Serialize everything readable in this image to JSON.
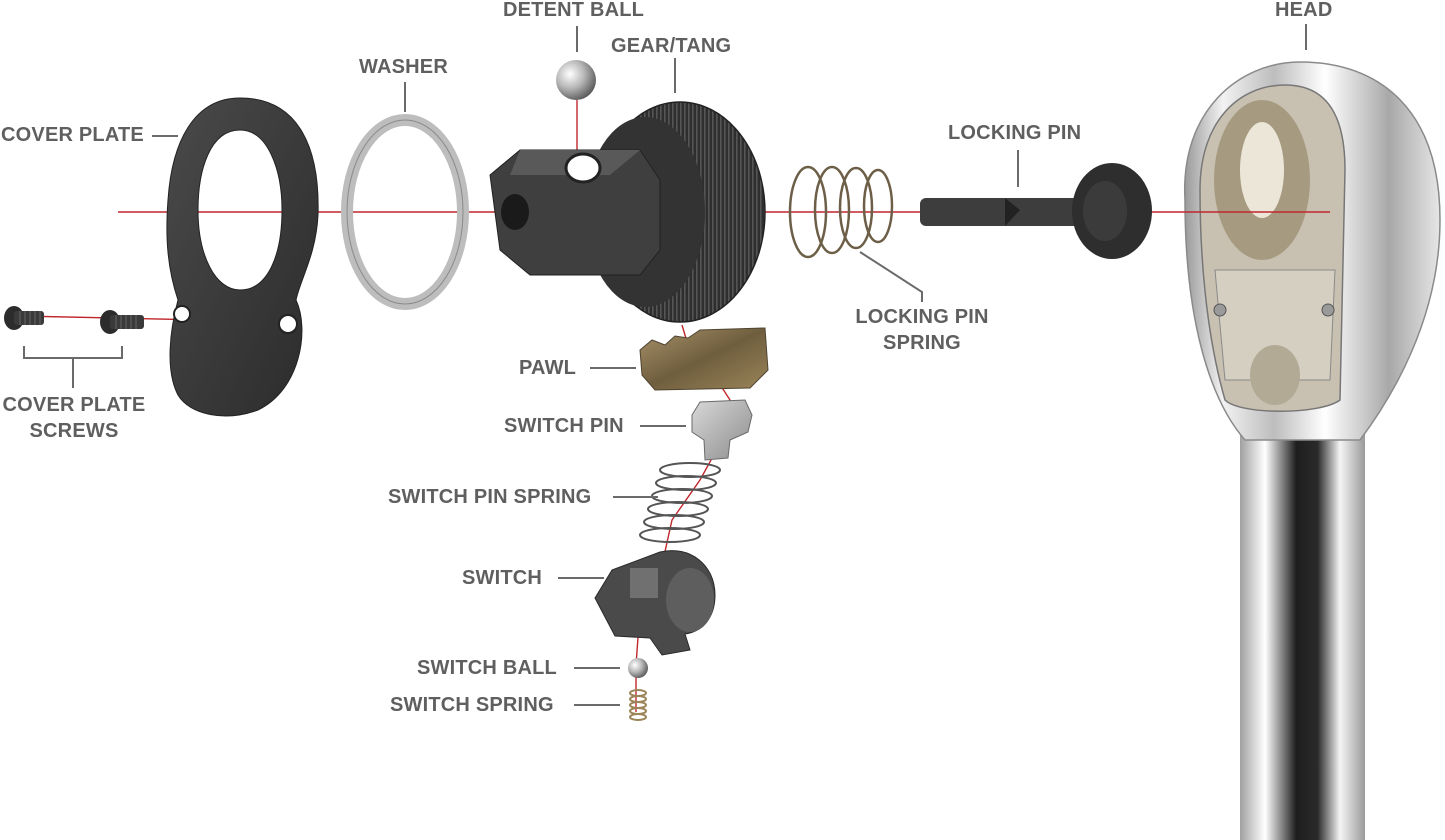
{
  "diagram": {
    "labels": {
      "detent_ball": "DETENT BALL",
      "gear_tang": "GEAR/TANG",
      "washer": "WASHER",
      "cover_plate": "COVER PLATE",
      "head": "HEAD",
      "locking_pin": "LOCKING PIN",
      "locking_pin_spring_line1": "LOCKING PIN",
      "locking_pin_spring_line2": "SPRING",
      "pawl": "PAWL",
      "switch_pin": "SWITCH PIN",
      "switch_pin_spring": "SWITCH PIN SPRING",
      "switch": "SWITCH",
      "switch_ball": "SWITCH BALL",
      "switch_spring": "SWITCH SPRING",
      "cover_plate_screws_line1": "COVER PLATE",
      "cover_plate_screws_line2": "SCREWS"
    },
    "colors": {
      "label_text": "#5f5f5f",
      "leader_line": "#6a6a6a",
      "axis_line": "#c0272d",
      "dark_metal": "#3a3a3a",
      "chrome": "#d9d9d9",
      "brass": "#8b7a55"
    }
  }
}
